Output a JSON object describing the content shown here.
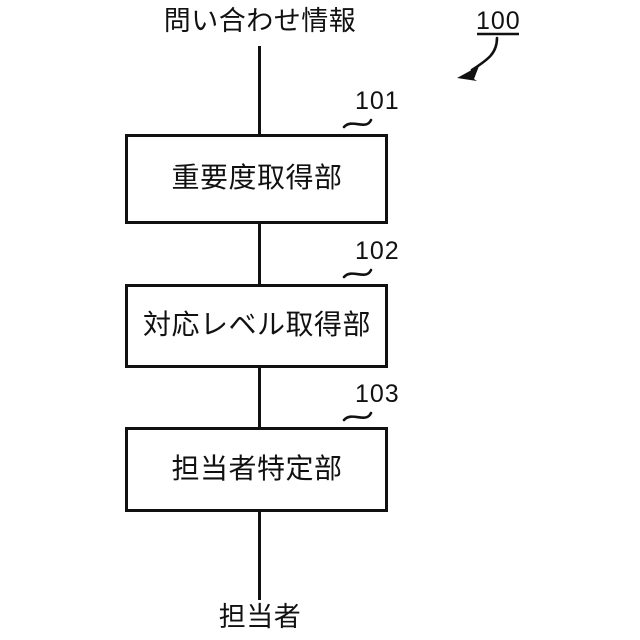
{
  "figure": {
    "reference_number": "100",
    "input_label": "問い合わせ情報",
    "output_label": "担当者",
    "background_color": "#ffffff",
    "line_color": "#111111",
    "blocks": [
      {
        "ref": "101",
        "label": "重要度取得部"
      },
      {
        "ref": "102",
        "label": "対応レベル取得部"
      },
      {
        "ref": "103",
        "label": "担当者特定部"
      }
    ]
  }
}
